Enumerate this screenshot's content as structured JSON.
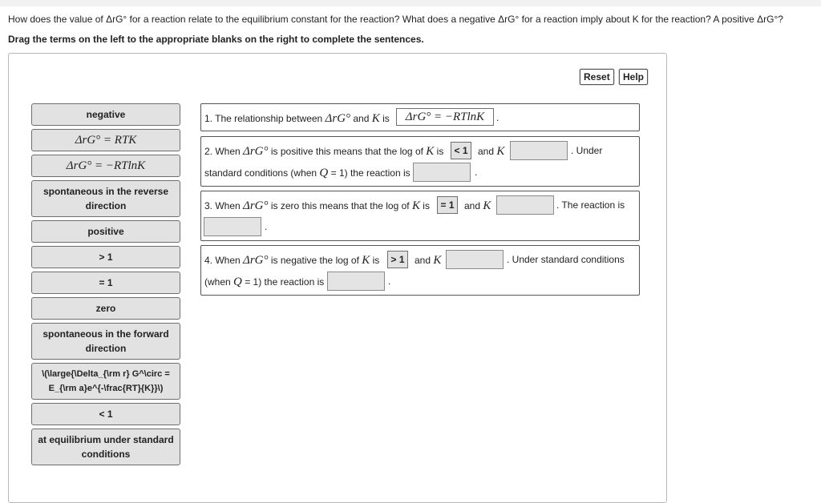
{
  "question": "How does the value of ΔrG° for a reaction relate to the equilibrium constant for the reaction? What does a negative ΔrG° for a reaction imply about K for the reaction? A positive ΔrG°?",
  "instruction": "Drag the terms on the left to the appropriate blanks on the right to complete the sentences.",
  "buttons": {
    "reset": "Reset",
    "help": "Help"
  },
  "tiles": [
    "negative",
    "ΔrG° = RTK",
    "ΔrG° = −RTlnK",
    "spontaneous in the reverse direction",
    "positive",
    "> 1",
    "= 1",
    "zero",
    "spontaneous in the forward direction",
    "\\(\\large{\\Delta_{\\rm r} G^\\circ = E_{\\rm a}e^{-\\frac{RT}{K}}\\)",
    "< 1",
    "at equilibrium under standard conditions"
  ],
  "sentences": {
    "s1": {
      "a": "1. The relationship between ",
      "sym": "ΔrG°",
      "b": " and ",
      "k": "K",
      "c": " is",
      "filled": "ΔrG° = −RTlnK",
      "end": "."
    },
    "s2": {
      "a": "2. When ",
      "sym": "ΔrG°",
      "b": " is positive this means that the log of ",
      "k": "K",
      "c": " is",
      "filled": "< 1",
      "d": "and",
      "k2": "K",
      "e": ". Under",
      "f": "standard conditions (when ",
      "q": "Q",
      "g": " = 1) the reaction is",
      "end": "."
    },
    "s3": {
      "a": "3. When ",
      "sym": "ΔrG°",
      "b": " is zero this means that the log of ",
      "k": "K",
      "c": " is",
      "filled": "= 1",
      "d": "and",
      "k2": "K",
      "e": ". The reaction is",
      "end": "."
    },
    "s4": {
      "a": "4. When ",
      "sym": "ΔrG°",
      "b": " is negative the log of ",
      "k": "K",
      "c": " is",
      "filled": "> 1",
      "d": "and",
      "k2": "K",
      "e": ". Under standard conditions",
      "f": "(when ",
      "q": "Q",
      "g": " = 1) the reaction is",
      "end": "."
    }
  }
}
